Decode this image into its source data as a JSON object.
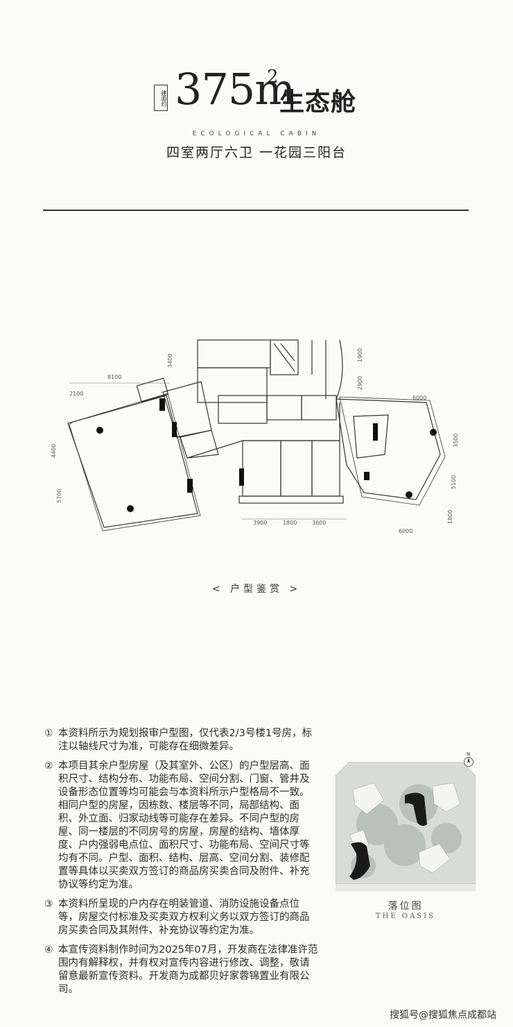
{
  "header": {
    "badge": "建面约",
    "area": "375m",
    "area_sup": "2",
    "name": "生态舱",
    "english": "ECOLOGICAL CABIN",
    "layout": "四室两厅六卫  一花园三阳台"
  },
  "floorplan": {
    "caption": "< 户型鉴赏 >",
    "dims": {
      "top_left": "8100",
      "top_left_small": "2100",
      "left_top_v": "3400",
      "right_top_v1": "1900",
      "right_top_v2": "2900",
      "left_v1": "4400",
      "left_v2": "5700",
      "bottom": [
        "3900",
        "1800",
        "3600"
      ],
      "right_top": "6000",
      "right_v1": "3500",
      "right_v2": "5100",
      "right_v3": "1800",
      "right_bottom": "6000"
    }
  },
  "notes": [
    {
      "num": "①",
      "text": "本资料所示为规划报审户型图，仅代表2/3号楼1号房，标注以轴线尺寸为准，可能存在细微差异。"
    },
    {
      "num": "②",
      "text": "本项目其余户型房屋（及其室外、公区）的户型层高、面积尺寸、结构分布、功能布局、空间分割、门窗、管井及设备形态位置等均可能会与本资料所示户型格局不一致。相同户型的房屋，因栋数、楼层等不同，局部结构、面积、外立面、归家动线等可能存在差异。不同户型的房屋、同一楼层的不同房号的房屋，房屋的结构、墙体厚度、户内强弱电点位、面积尺寸、功能布局、空间尺寸等均有不同。户型、面积、结构、层高、空间分割、装修配置等具体以买卖双方签订的商品房买卖合同及附件、补充协议等约定为准。"
    },
    {
      "num": "③",
      "text": "本资料所呈现的户内存在明装管道、消防设施设备点位等，房屋交付标准及买卖双方权利义务以双方签订的商品房买卖合同及其附件、补充协议等约定为准。"
    },
    {
      "num": "④",
      "text": "本宣传资料制作时间为2025年07月，开发商在法律准许范围内有解释权，并有权对宣传内容进行修改、调整，敬请留意最新宣传资料。开发商为成都贝好家蓉锦置业有限公司。"
    }
  ],
  "site_plan": {
    "compass": "N",
    "caption_cn": "落位图",
    "caption_en": "THE OASIS"
  },
  "watermark": "搜狐号@搜狐焦点成都站"
}
